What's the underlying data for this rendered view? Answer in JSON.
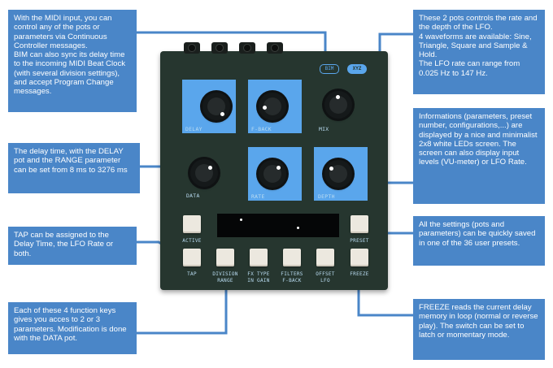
{
  "callouts": {
    "midi": "With the MIDI input, you can control any of the pots or parameters via Continuous Controller messages.\nBIM can also sync its delay time to the incoming MIDI Beat Clock (with several division settings), and accept Program Change messages.",
    "delay": "The delay time, with the DELAY pot and the RANGE parameter can be set from 8 ms to 3276 ms",
    "tap": "TAP can be assigned to the Delay Time, the LFO Rate or both.",
    "function": "Each of these 4 function keys gives you acces to 2 or 3 parameters. Modification is done with the DATA pot.",
    "lfo": "These 2 pots controls the rate and the depth of the LFO.\n4 waveforms are available: Sine, Triangle, Square and Sample & Hold.\nThe LFO rate can range from 0.025 Hz to 147 Hz.",
    "display": "Informations (parameters, preset number, configurations,...) are displayed by a nice and minimalist 2x8 white LEDs screen. The screen can also display input levels (VU-meter) or LFO Rate.",
    "preset": "All the settings (pots and parameters) can be quickly saved in one of the 36 user presets.",
    "freeze": "FREEZE reads the current delay memory in loop (normal or reverse play). The switch can be set to latch or momentary mode."
  },
  "device": {
    "badge_bim": "BIM",
    "badge_logo": "XYZ",
    "knobs": {
      "delay": "DELAY",
      "fback": "F-BACK",
      "mix": "MIX",
      "data": "DATA",
      "rate": "RATE",
      "depth": "DEPTH"
    },
    "buttons": {
      "active": "ACTIVE",
      "preset": "PRESET",
      "tap": "TAP",
      "division": "DIVISION\nRANGE",
      "fxtype": "FX TYPE\nIN GAIN",
      "filters": "FILTERS\nF-BACK",
      "offset": "OFFSET\nLFO",
      "freeze": "FREEZE"
    }
  },
  "colors": {
    "callout_bg": "#4a86c8",
    "device_body": "#26362f",
    "highlight": "#5aa6ec"
  }
}
